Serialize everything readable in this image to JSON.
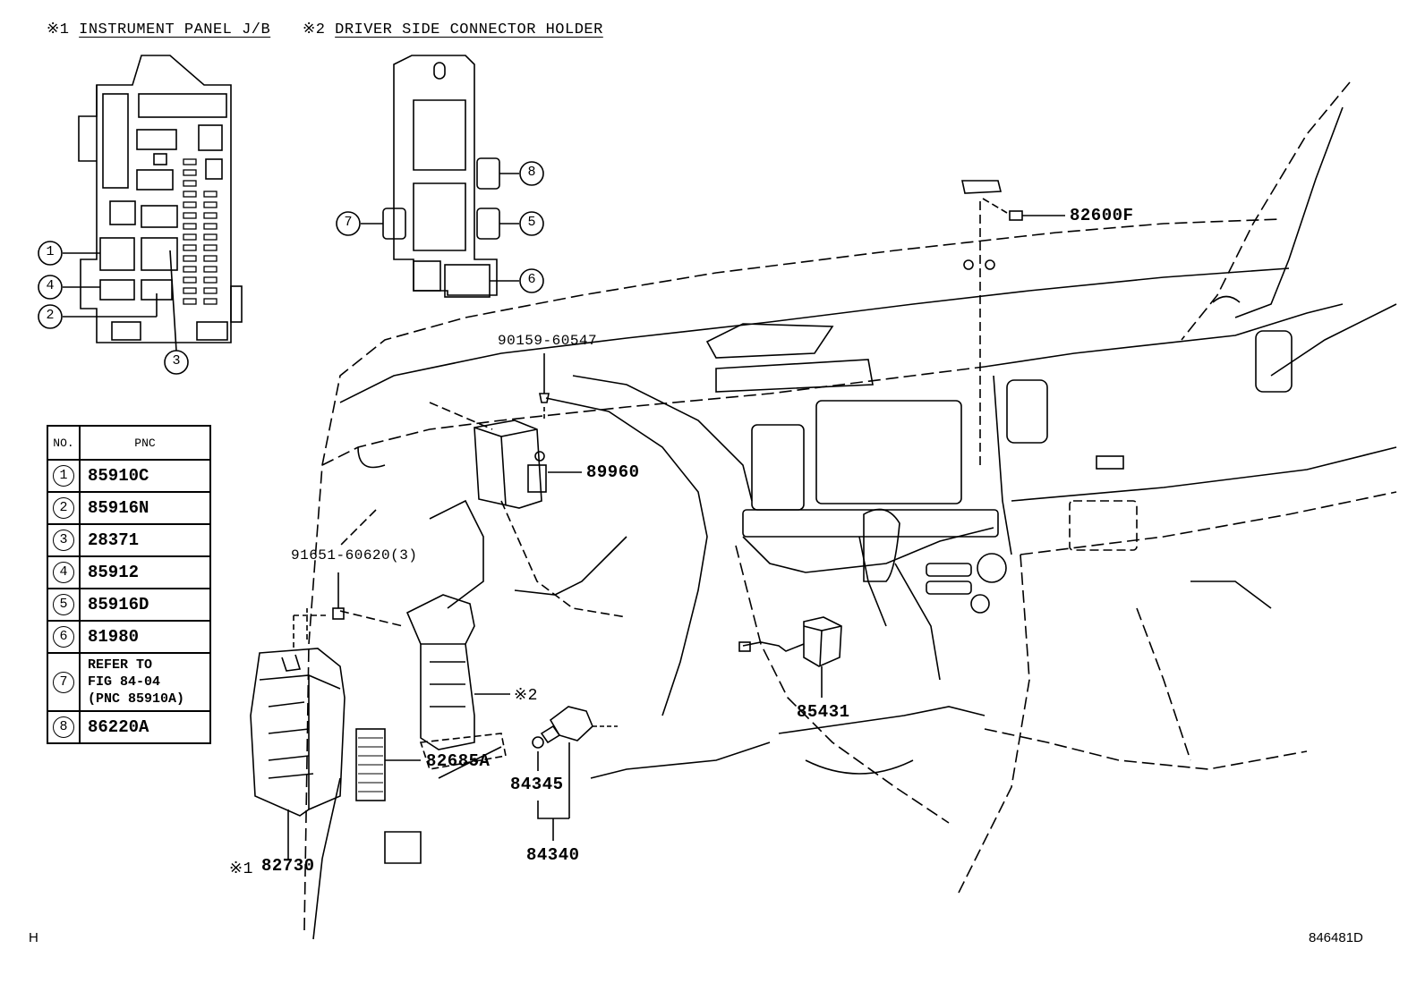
{
  "headers": {
    "h1_mark": "※1",
    "h1_title": "INSTRUMENT PANEL J/B",
    "h2_mark": "※2",
    "h2_title": "DRIVER SIDE CONNECTOR HOLDER"
  },
  "callouts": {
    "c1": "1",
    "c2": "2",
    "c3": "3",
    "c4": "4",
    "c5": "5",
    "c6": "6",
    "c7": "7",
    "c8": "8"
  },
  "table": {
    "col_no": "NO.",
    "col_pnc": "PNC",
    "rows": [
      {
        "no": "1",
        "pnc": "85910C"
      },
      {
        "no": "2",
        "pnc": "85916N"
      },
      {
        "no": "3",
        "pnc": "28371"
      },
      {
        "no": "4",
        "pnc": "85912"
      },
      {
        "no": "5",
        "pnc": "85916D"
      },
      {
        "no": "6",
        "pnc": "81980"
      },
      {
        "no": "7",
        "pnc_line1": "REFER TO",
        "pnc_line2": "FIG 84-04",
        "pnc_line3": "(PNC 85910A)"
      },
      {
        "no": "8",
        "pnc": "86220A"
      }
    ]
  },
  "labels": {
    "p82600F": "82600F",
    "p90159": "90159-60547",
    "p89960": "89960",
    "p91651": "91651-60620(3)",
    "ref2": "※2",
    "p82685A": "82685A",
    "p84345": "84345",
    "p84340": "84340",
    "p85431": "85431",
    "ref1": "※1",
    "p82730": "82730"
  },
  "footer": {
    "left": "H",
    "right": "846481D"
  }
}
